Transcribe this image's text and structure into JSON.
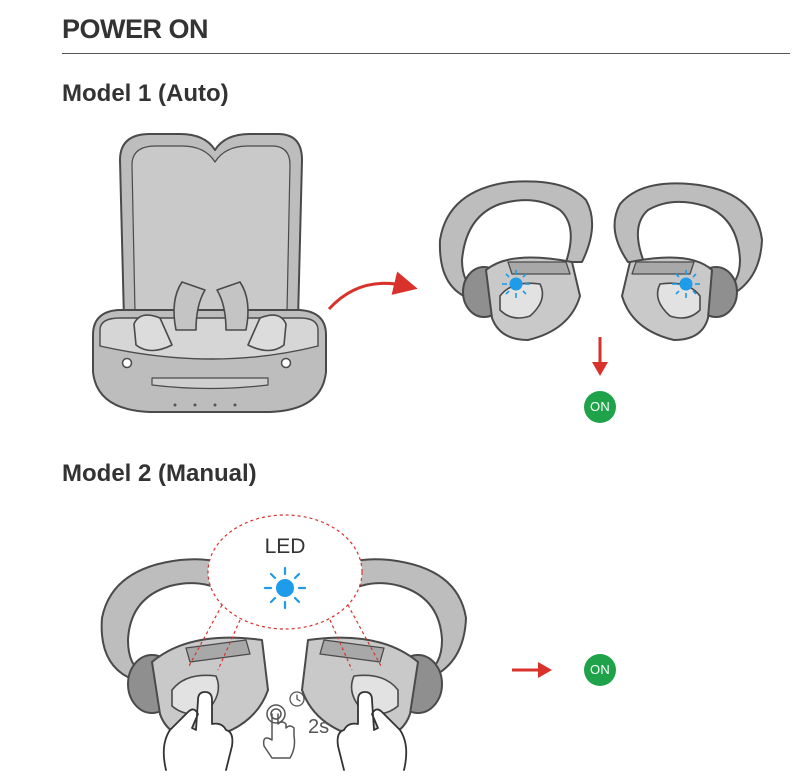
{
  "page": {
    "title": "POWER ON"
  },
  "model1": {
    "title": "Model 1 (Auto)",
    "on_badge": "ON"
  },
  "model2": {
    "title": "Model 2 (Manual)",
    "led_label": "LED",
    "time_label": "2s",
    "on_badge": "ON"
  },
  "colors": {
    "text": "#333333",
    "device_gray": "#bdbdbd",
    "outline": "#4a4a4a",
    "arrow_red": "#d8322b",
    "led_blue": "#1e9be9",
    "on_green": "#1fa34a"
  }
}
